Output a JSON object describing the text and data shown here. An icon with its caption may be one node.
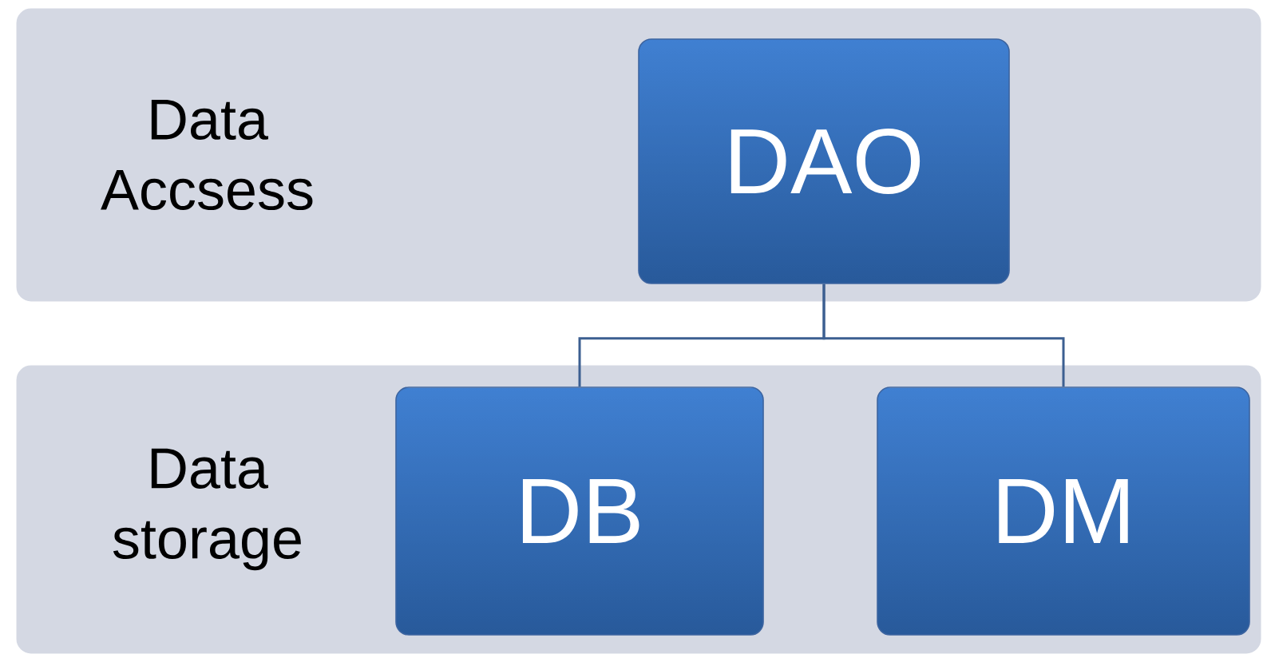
{
  "diagram": {
    "nodes": [
      {
        "text": [
          "Data Accsess"
        ]
      },
      {
        "text": [
          "DAO"
        ],
        "in": 0
      },
      {
        "text": [
          "Data storage"
        ]
      },
      {
        "text": [
          "DB"
        ],
        "in": 2
      },
      {
        "text": [
          "DM"
        ],
        "in": 2
      }
    ],
    "edges": [
      {
        "from": 1,
        "to": 3,
        "arrow": "none"
      },
      {
        "from": 1,
        "to": 4,
        "arrow": "none"
      }
    ]
  }
}
